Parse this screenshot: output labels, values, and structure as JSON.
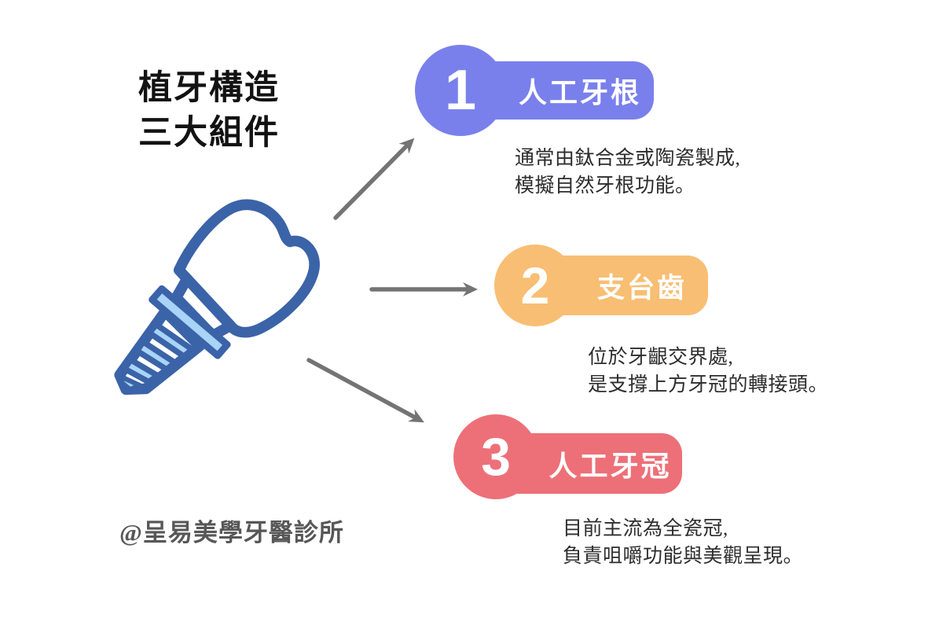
{
  "page": {
    "background": "#ffffff",
    "title": {
      "line1": "植牙構造",
      "line2": "三大組件"
    },
    "watermark": "@呈易美學牙醫診所"
  },
  "icon": {
    "name": "dental-implant",
    "outline_color": "#3b63a8",
    "thread_color": "#a9d3f7",
    "body_color": "#ffffff"
  },
  "arrows": {
    "color": "#747474"
  },
  "items": [
    {
      "number": "1",
      "label": "人工牙根",
      "color": "#7a80eb",
      "desc_line1": "通常由鈦合金或陶瓷製成,",
      "desc_line2": "模擬自然牙根功能。"
    },
    {
      "number": "2",
      "label": "支台齒",
      "color": "#f8be73",
      "desc_line1": "位於牙齦交界處,",
      "desc_line2": "是支撐上方牙冠的轉接頭。"
    },
    {
      "number": "3",
      "label": "人工牙冠",
      "color": "#ed7078",
      "desc_line1": "目前主流為全瓷冠,",
      "desc_line2": "負責咀嚼功能與美觀呈現。"
    }
  ]
}
